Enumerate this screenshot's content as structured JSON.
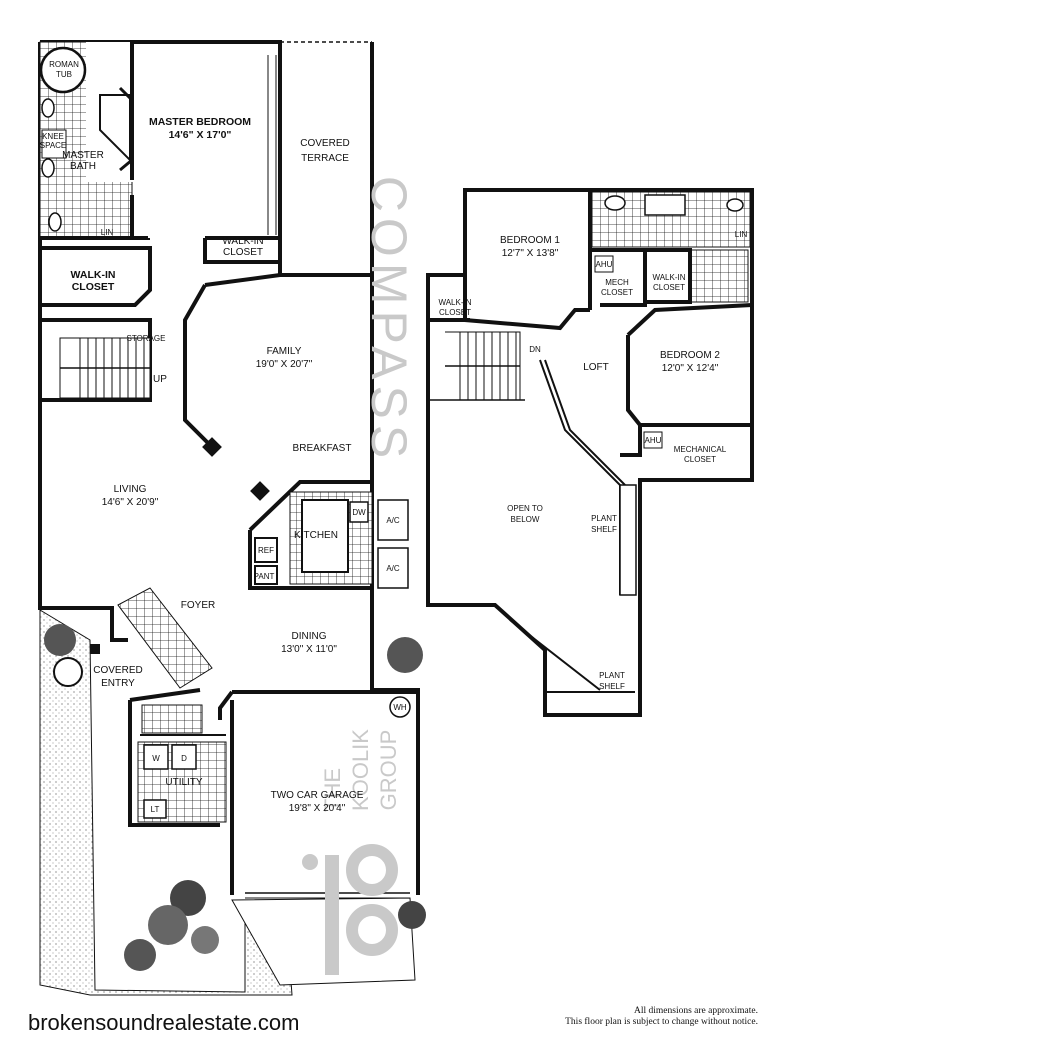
{
  "rooms": {
    "roman_tub": [
      "ROMAN",
      "TUB"
    ],
    "knee_space": [
      "KNEE",
      "SPACE"
    ],
    "master_bath": [
      "MASTER",
      "BATH"
    ],
    "lin_1": "LIN",
    "master_bedroom": {
      "name": "MASTER BEDROOM",
      "dim": "14'6\" X 17'0\""
    },
    "walkin_closet_master": [
      "WALK-IN",
      "CLOSET"
    ],
    "covered_terrace": [
      "COVERED",
      "TERRACE"
    ],
    "walkin_closet_left": [
      "WALK-IN",
      "CLOSET"
    ],
    "storage": "STORAGE",
    "up": "UP",
    "family": {
      "name": "FAMILY",
      "dim": "19'0\" X 20'7\""
    },
    "breakfast": "BREAKFAST",
    "living": {
      "name": "LIVING",
      "dim": "14'6\" X 20'9\""
    },
    "kitchen": "KITCHEN",
    "dw": "DW",
    "ref": "REF",
    "pant": "PANT",
    "ac_1": "A/C",
    "ac_2": "A/C",
    "foyer": "FOYER",
    "dining": {
      "name": "DINING",
      "dim": "13'0\" X 11'0\""
    },
    "covered_entry": [
      "COVERED",
      "ENTRY"
    ],
    "wh": "WH",
    "washer": "W",
    "dryer": "D",
    "utility": "UTILITY",
    "lt": "LT",
    "garage": {
      "name": "TWO CAR GARAGE",
      "dim": "19'8\" X 20'4\""
    },
    "bedroom_1": {
      "name": "BEDROOM 1",
      "dim": "12'7\" X 13'8\""
    },
    "ahu_1": "AHU",
    "mech_closet": [
      "MECH",
      "CLOSET"
    ],
    "walkin_closet_bed1": [
      "WALK-IN",
      "CLOSET"
    ],
    "walkin_closet_upper": [
      "WALK-IN",
      "CLOSET"
    ],
    "lin_2": "LIN",
    "dn": "DN",
    "loft": "LOFT",
    "bedroom_2": {
      "name": "BEDROOM 2",
      "dim": "12'0\" X 12'4\""
    },
    "ahu_2": "AHU",
    "mechanical_closet": [
      "MECHANICAL",
      "CLOSET"
    ],
    "open_to_below": [
      "OPEN TO",
      "BELOW"
    ],
    "plant_shelf_1": [
      "PLANT",
      "SHELF"
    ],
    "plant_shelf_2": [
      "PLANT",
      "SHELF"
    ]
  },
  "watermarks": {
    "compass": "COMPASS",
    "the": "THE",
    "koolik": "KOOLIK",
    "group": "GROUP"
  },
  "footer": {
    "site_url": "brokensoundrealestate.com",
    "disclaimer_line1": "All dimensions are approximate.",
    "disclaimer_line2": "This floor plan is subject to change without notice."
  }
}
